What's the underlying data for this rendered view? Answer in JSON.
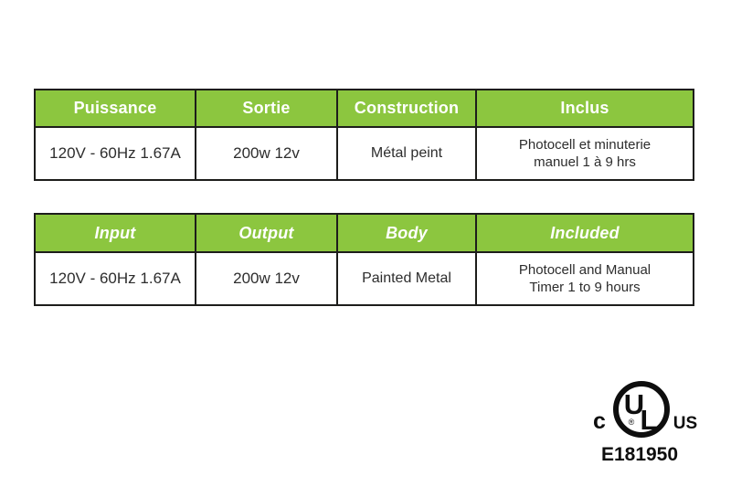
{
  "colors": {
    "page_background": "#FFFFFF",
    "header_green": "#8CC63F",
    "table_border": "#1D1D1B",
    "header_text": "#FFFFFF",
    "body_text": "#2D2D2D",
    "mark_black": "#0E0E0E"
  },
  "french_table": {
    "headers": [
      "Puissance",
      "Sortie",
      "Construction",
      "Inclus"
    ],
    "row": [
      "120V - 60Hz 1.67A",
      "200w 12v",
      "Métal peint",
      "Photocell et minuterie manuel 1 à 9 hrs"
    ]
  },
  "english_table": {
    "headers": [
      "Input",
      "Output",
      "Body",
      "Included"
    ],
    "row": [
      "120V - 60Hz 1.67A",
      "200w 12v",
      "Painted Metal",
      "Photocell and Manual Timer 1 to 9 hours"
    ]
  },
  "certification": {
    "canada_indicator": "c",
    "monogram_u": "U",
    "monogram_l": "L",
    "registered_symbol": "®",
    "us_indicator": "US",
    "file_number": "E181950"
  }
}
